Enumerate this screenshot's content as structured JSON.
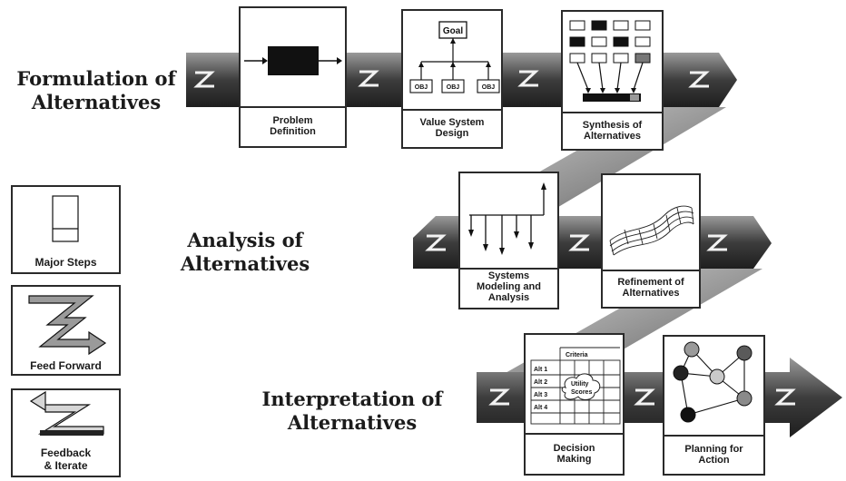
{
  "phases": {
    "formulation": [
      "Formulation of",
      "Alternatives"
    ],
    "analysis": [
      "Analysis of",
      "Alternatives"
    ],
    "interpretation": [
      "Interpretation of",
      "Alternatives"
    ]
  },
  "steps": {
    "problem_definition": [
      "Problem",
      "Definition"
    ],
    "value_system_design": [
      "Value System",
      "Design"
    ],
    "synthesis": [
      "Synthesis of",
      "Alternatives"
    ],
    "systems_modeling": [
      "Systems",
      "Modeling and",
      "Analysis"
    ],
    "refinement": [
      "Refinement of",
      "Alternatives"
    ],
    "decision_making": [
      "Decision",
      "Making"
    ],
    "planning": [
      "Planning for",
      "Action"
    ]
  },
  "value_system": {
    "goal": "Goal",
    "objectives": [
      "OBJ",
      "OBJ",
      "OBJ"
    ]
  },
  "decision_matrix": {
    "header": "Criteria",
    "rows": [
      "Alt 1",
      "Alt 2",
      "Alt 3",
      "Alt 4"
    ],
    "cloud_text": [
      "Utility",
      "Scores"
    ]
  },
  "legend": {
    "major_steps": "Major Steps",
    "feed_forward": "Feed Forward",
    "feedback": [
      "Feedback",
      "& Iterate"
    ]
  },
  "colors": {
    "arrow_dark": "#3a3a3a",
    "arrow_mid": "#7a7a7a",
    "arrow_light": "#c8c8c8",
    "node_dark": "#222222",
    "node_mid": "#8a8a8a",
    "node_light": "#c9c9c9"
  }
}
